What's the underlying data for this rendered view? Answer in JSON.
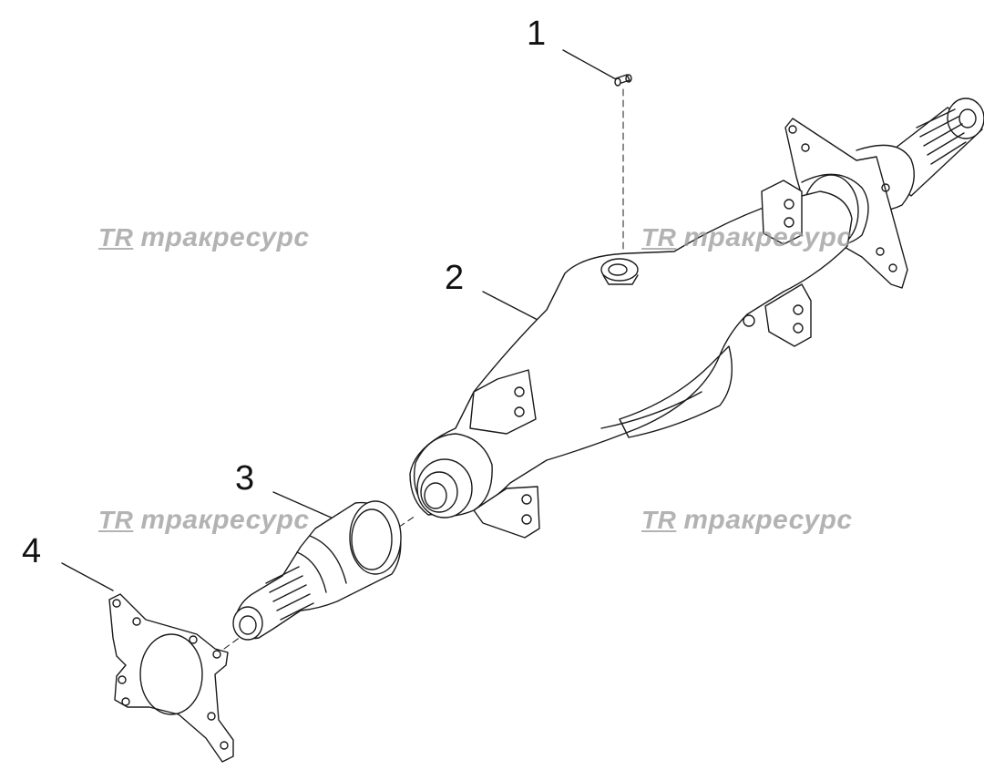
{
  "callouts": {
    "c1": "1",
    "c2": "2",
    "c3": "3",
    "c4": "4"
  },
  "watermark": {
    "logo": "TR",
    "text": "тракресурс"
  },
  "colors": {
    "line": "#1a1a1a",
    "watermark": "#9a9a9a",
    "background": "#ffffff"
  }
}
